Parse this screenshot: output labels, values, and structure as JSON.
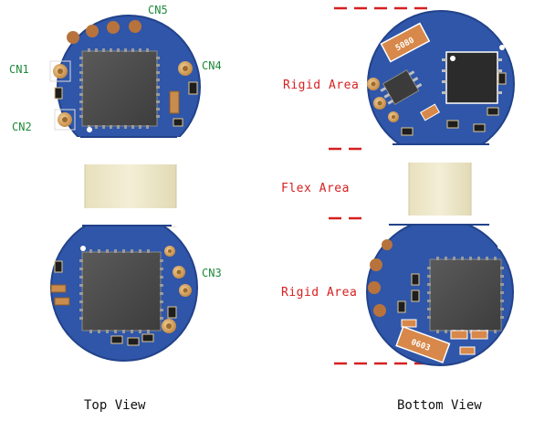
{
  "colors": {
    "pcb": "#2f56a8",
    "pcb_edge": "#22428a",
    "flex": "#ece6c6",
    "ic": "#4a4a4a",
    "pad_gold": "#d8a86a",
    "pad_copper": "#b8733c",
    "connector_label": "#1f8a3a",
    "area_label": "#d62020"
  },
  "top_view": {
    "caption": "Top View",
    "connectors": [
      "CN1",
      "CN2",
      "CN4",
      "CN5",
      "CN3"
    ]
  },
  "bottom_view": {
    "caption": "Bottom View",
    "area_labels": [
      "Rigid Area",
      "Flex Area",
      "Rigid Area"
    ],
    "part_markings": [
      "5080",
      "0603"
    ]
  },
  "icons": [
    "ic-chip",
    "smd-resistor",
    "solder-pad",
    "flex-cable"
  ]
}
